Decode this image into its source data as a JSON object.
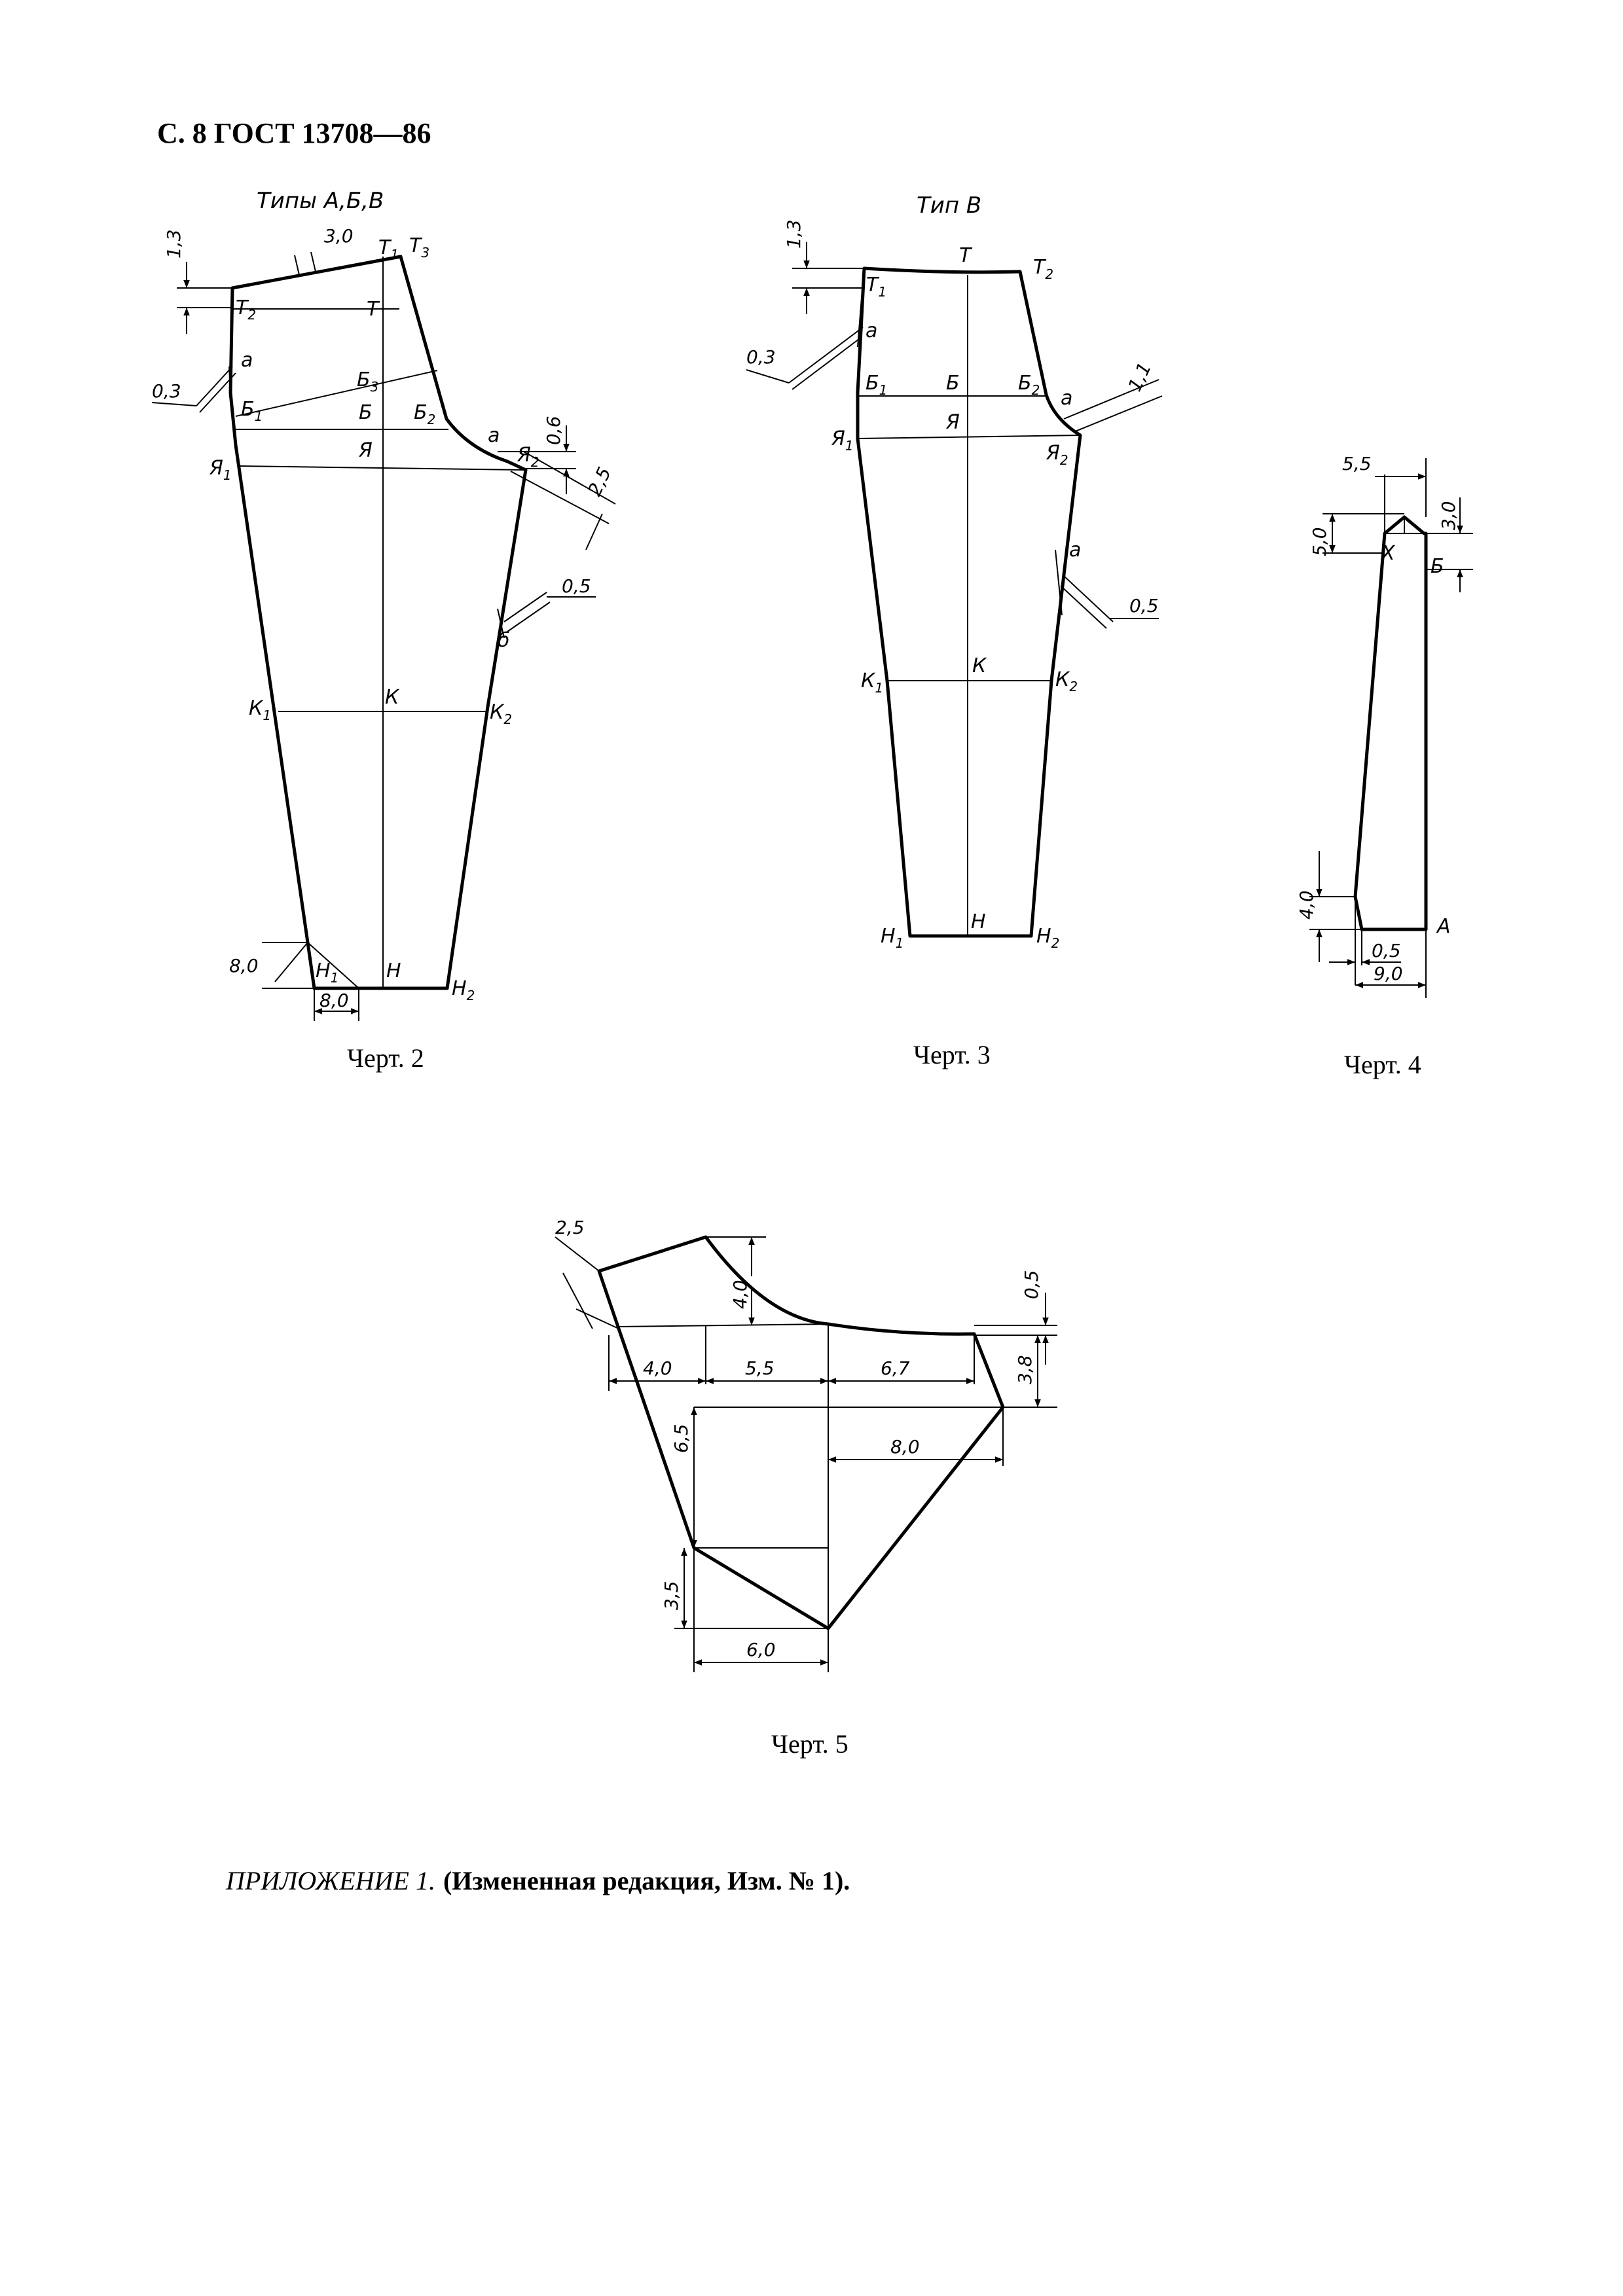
{
  "header": "С. 8 ГОСТ 13708—86",
  "captions": {
    "fig2": "Черт. 2",
    "fig3": "Черт. 3",
    "fig4": "Черт. 4",
    "fig5": "Черт. 5"
  },
  "footnote": {
    "italic": "ПРИЛОЖЕНИЕ 1.",
    "bold": "(Измененная редакция, Изм. № 1)."
  },
  "fig2": {
    "title": "Типы А,Б,В",
    "points": {
      "T": "T",
      "T1": "T",
      "T1_sub": "1",
      "T2": "T",
      "T2_sub": "2",
      "T3": "T",
      "T3_sub": "3",
      "a1": "a",
      "a2": "a",
      "b": "б",
      "B": "Б",
      "B1": "Б",
      "B1_sub": "1",
      "B2": "Б",
      "B2_sub": "2",
      "B3": "Б",
      "B3_sub": "3",
      "Ya": "Я",
      "Ya1": "Я",
      "Ya1_sub": "1",
      "Ya2": "Я",
      "Ya2_sub": "2",
      "K": "К",
      "K1": "К",
      "K1_sub": "1",
      "K2": "К",
      "K2_sub": "2",
      "H": "Н",
      "H1": "Н",
      "H1_sub": "1",
      "H2": "Н",
      "H2_sub": "2"
    },
    "dims": {
      "d13": "1,3",
      "d30": "3,0",
      "d03": "0,3",
      "d06": "0,6",
      "d25": "2,5",
      "d05": "0,5",
      "d80a": "8,0",
      "d80b": "8,0"
    }
  },
  "fig3": {
    "title": "Тип В",
    "points": {
      "T": "T",
      "T1": "T",
      "T1_sub": "1",
      "T2": "T",
      "T2_sub": "2",
      "a1": "a",
      "a2": "a",
      "a3": "a",
      "B": "Б",
      "B1": "Б",
      "B1_sub": "1",
      "B2": "Б",
      "B2_sub": "2",
      "Ya": "Я",
      "Ya1": "Я",
      "Ya1_sub": "1",
      "Ya2": "Я",
      "Ya2_sub": "2",
      "K": "К",
      "K1": "К",
      "K1_sub": "1",
      "K2": "К",
      "K2_sub": "2",
      "H": "Н",
      "H1": "Н",
      "H1_sub": "1",
      "H2": "Н",
      "H2_sub": "2"
    },
    "dims": {
      "d13": "1,3",
      "d03": "0,3",
      "d11": "1,1",
      "d05": "0,5"
    }
  },
  "fig4": {
    "points": {
      "X": "Х",
      "B": "Б",
      "A": "А"
    },
    "dims": {
      "d55": "5,5",
      "d50": "5,0",
      "d30": "3,0",
      "d40": "4,0",
      "d05": "0,5",
      "d90": "9,0"
    }
  },
  "fig5": {
    "dims": {
      "d25": "2,5",
      "d40v": "4,0",
      "d05": "0,5",
      "d40h": "4,0",
      "d55": "5,5",
      "d67": "6,7",
      "d38": "3,8",
      "d65": "6,5",
      "d80": "8,0",
      "d35": "3,5",
      "d60": "6,0"
    }
  }
}
